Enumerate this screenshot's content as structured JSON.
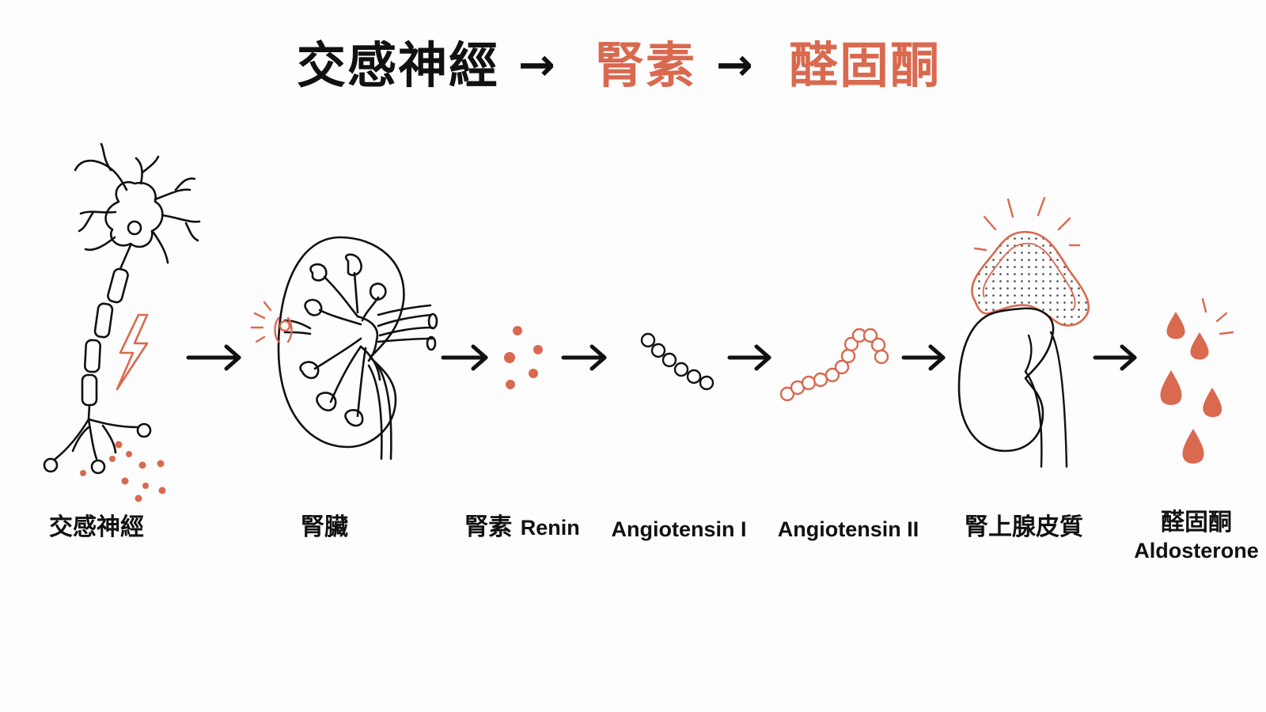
{
  "title": {
    "part1": "交感神經",
    "arrow1": "→",
    "part2": "腎素",
    "arrow2": "→",
    "part3": "醛固酮"
  },
  "colors": {
    "ink": "#111111",
    "accent": "#d9694f"
  },
  "stages": [
    {
      "icon": "neuron-icon",
      "label": "交感神經"
    },
    {
      "icon": "kidney-icon",
      "label": "腎臟"
    },
    {
      "icon": "renin-molecules-icon",
      "label_zh": "腎素",
      "label_en": "Renin"
    },
    {
      "icon": "angiotensin-i-chain-icon",
      "label": "Angiotensin I"
    },
    {
      "icon": "angiotensin-ii-chain-icon",
      "label": "Angiotensin II"
    },
    {
      "icon": "adrenal-gland-icon",
      "label": "腎上腺皮質"
    },
    {
      "icon": "aldosterone-droplets-icon",
      "label": "醛固酮",
      "sublabel": "Aldosterone"
    }
  ]
}
